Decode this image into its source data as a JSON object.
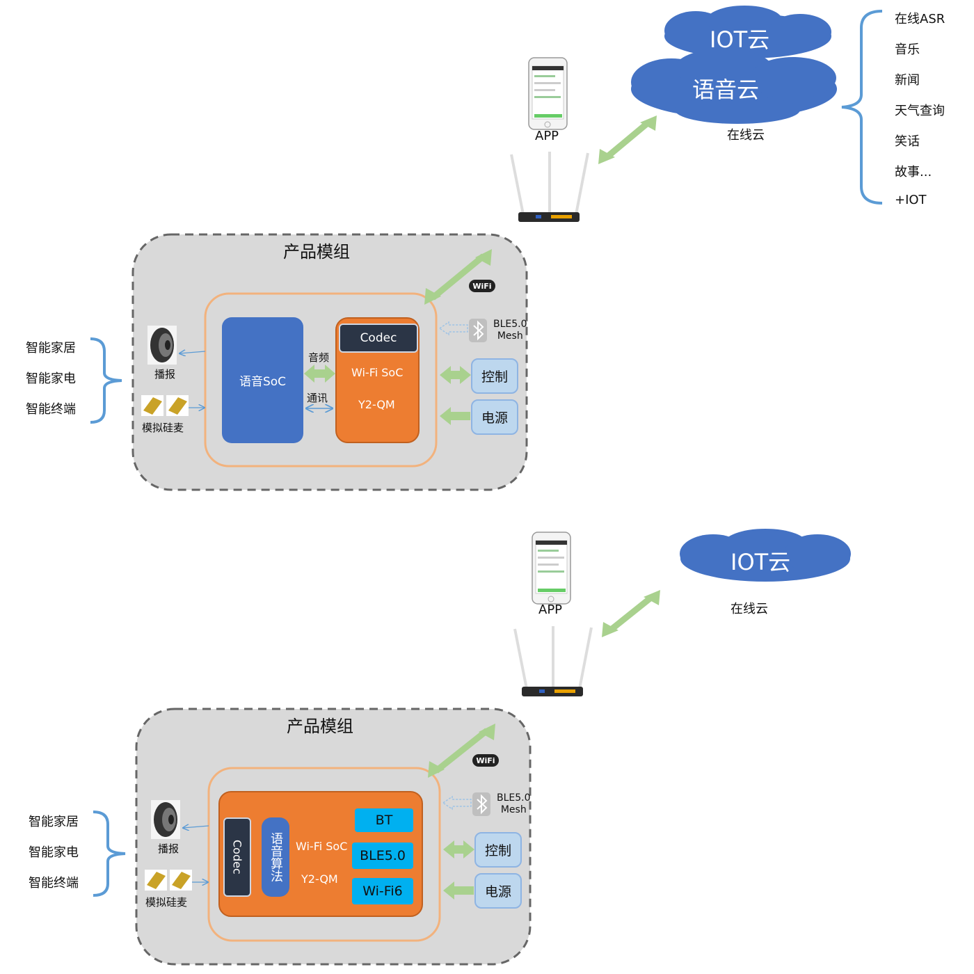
{
  "top": {
    "cloud_iot": "IOT云",
    "cloud_voice": "语音云",
    "online_cloud": "在线云",
    "app_label": "APP",
    "services": [
      "在线ASR",
      "音乐",
      "新闻",
      "天气查询",
      "笑话",
      "故事...",
      "+IOT"
    ],
    "module_title": "产品模组",
    "voice_soc": "语音SoC",
    "codec": "Codec",
    "wifi_soc": "Wi-Fi SoC",
    "model": "Y2-QM",
    "audio": "音频",
    "comm": "通讯",
    "ble": "BLE5.0",
    "mesh": "Mesh",
    "control": "控制",
    "power": "电源",
    "speaker": "播报",
    "mic": "模拟硅麦",
    "apps": [
      "智能家居",
      "智能家电",
      "智能终端"
    ],
    "wifi_logo": "WiFi"
  },
  "bottom": {
    "cloud_iot": "IOT云",
    "online_cloud": "在线云",
    "app_label": "APP",
    "module_title": "产品模组",
    "codec": "Codec",
    "voice_algo": "语音算法",
    "wifi_soc": "Wi-Fi SoC",
    "model": "Y2-QM",
    "chips": [
      "BT",
      "BLE5.0",
      "Wi-Fi6"
    ],
    "ble": "BLE5.0",
    "mesh": "Mesh",
    "control": "控制",
    "power": "电源",
    "speaker": "播报",
    "mic": "模拟硅麦",
    "apps": [
      "智能家居",
      "智能家电",
      "智能终端"
    ],
    "wifi_logo": "WiFi"
  },
  "colors": {
    "cloud": "#4472c4",
    "bracket": "#5b9bd5",
    "arrow_green": "#a9d18e",
    "orange": "#ed7d31",
    "blue_box": "#4472c4",
    "chip": "#00b0f0"
  }
}
